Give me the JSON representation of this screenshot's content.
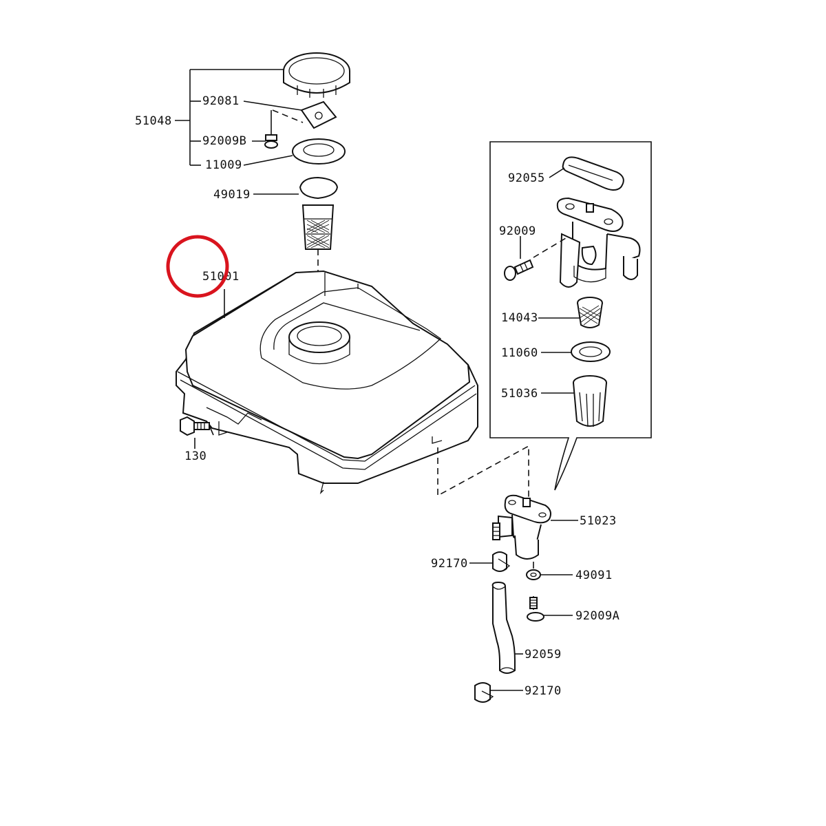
{
  "labels": {
    "p51048": "51048",
    "p92081": "92081",
    "p92009b": "92009B",
    "p11009": "11009",
    "p49019": "49019",
    "p51001": "51001",
    "p130": "130",
    "p92055": "92055",
    "p92009": "92009",
    "p14043": "14043",
    "p11060": "11060",
    "p51036": "51036",
    "p51023": "51023",
    "p92170a": "92170",
    "p49091": "49091",
    "p92009a": "92009A",
    "p92059": "92059",
    "p92170b": "92170"
  },
  "highlight": {
    "color": "#d9141e"
  }
}
